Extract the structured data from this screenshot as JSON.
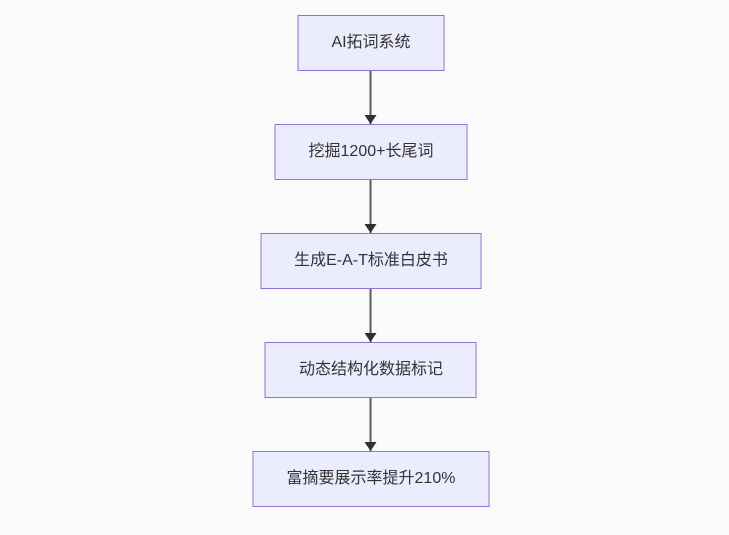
{
  "diagram": {
    "type": "flowchart",
    "direction": "top-down",
    "nodes": [
      {
        "id": "n1",
        "label": "AI拓词系统"
      },
      {
        "id": "n2",
        "label": "挖掘1200+长尾词"
      },
      {
        "id": "n3",
        "label": "生成E-A-T标准白皮书"
      },
      {
        "id": "n4",
        "label": "动态结构化数据标记"
      },
      {
        "id": "n5",
        "label": "富摘要展示率提升210%"
      }
    ],
    "edges": [
      {
        "from": "n1",
        "to": "n2",
        "label": ""
      },
      {
        "from": "n2",
        "to": "n3",
        "label": ""
      },
      {
        "from": "n3",
        "to": "n4",
        "label": ""
      },
      {
        "from": "n4",
        "to": "n5",
        "label": ""
      }
    ],
    "colors": {
      "background": "#fafafa",
      "node_fill": "#ececff",
      "node_border": "#9370db",
      "node_text": "#333333",
      "edge_line": "#5b5b5b",
      "arrowhead": "#2f2f2f"
    }
  }
}
